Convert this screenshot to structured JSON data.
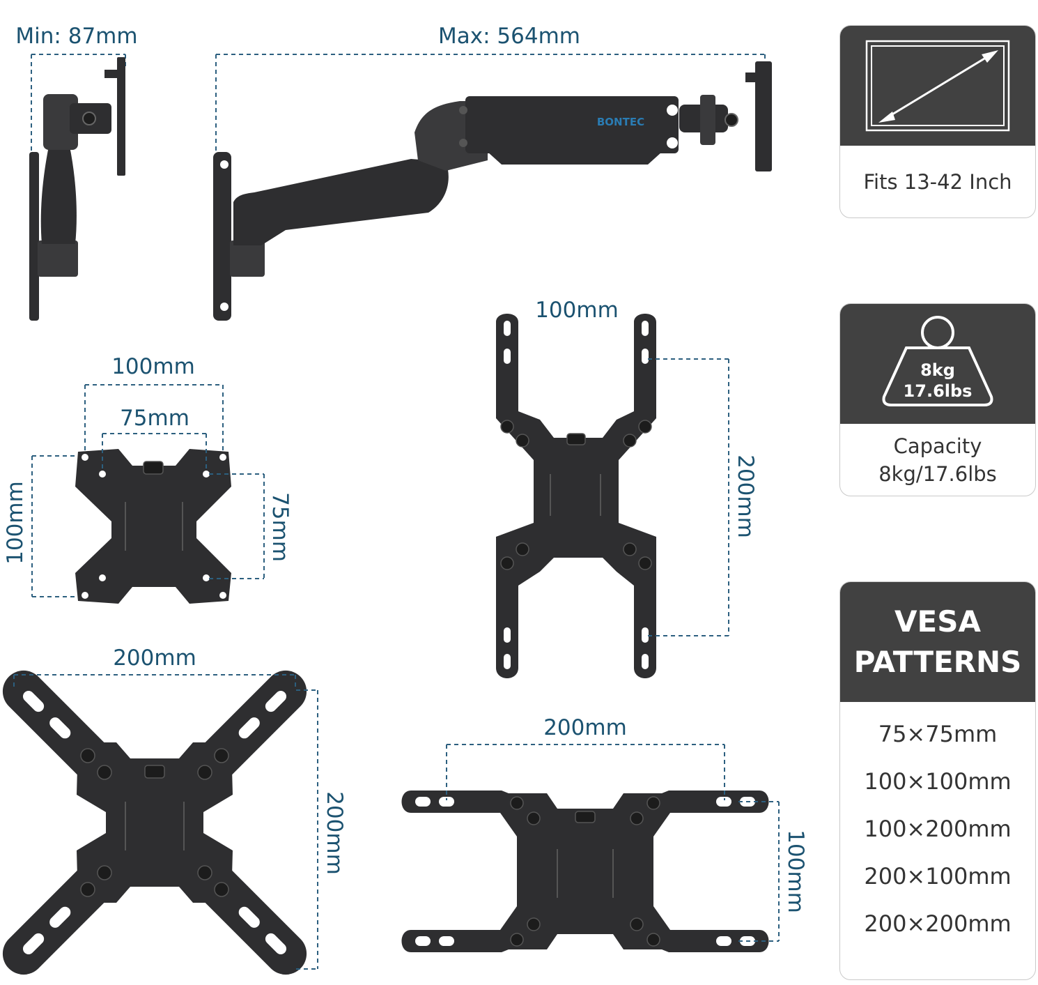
{
  "arm": {
    "min_label": "Min: 87mm",
    "max_label": "Max: 564mm",
    "brand": "BONTEC"
  },
  "plates": {
    "small": {
      "outer_width": "100mm",
      "inner_width": "75mm",
      "outer_height": "100mm",
      "inner_height": "75mm"
    },
    "tall": {
      "width": "100mm",
      "height": "200mm"
    },
    "large": {
      "width": "200mm",
      "height": "200mm"
    },
    "wide": {
      "width": "200mm",
      "height": "100mm"
    }
  },
  "cards": {
    "fits": {
      "text": "Fits 13-42 Inch",
      "icon": "screen-diagonal-icon"
    },
    "capacity": {
      "weight_kg": "8kg",
      "weight_lbs": "17.6lbs",
      "line1": "Capacity",
      "line2": "8kg/17.6lbs",
      "icon": "weight-icon"
    },
    "vesa": {
      "title_line1": "VESA",
      "title_line2": "PATTERNS",
      "items": [
        "75×75mm",
        "100×100mm",
        "100×200mm",
        "200×100mm",
        "200×200mm"
      ]
    }
  },
  "colors": {
    "dimension": "#1b5270",
    "card_header": "#414141",
    "metal": "#2e2e30"
  }
}
